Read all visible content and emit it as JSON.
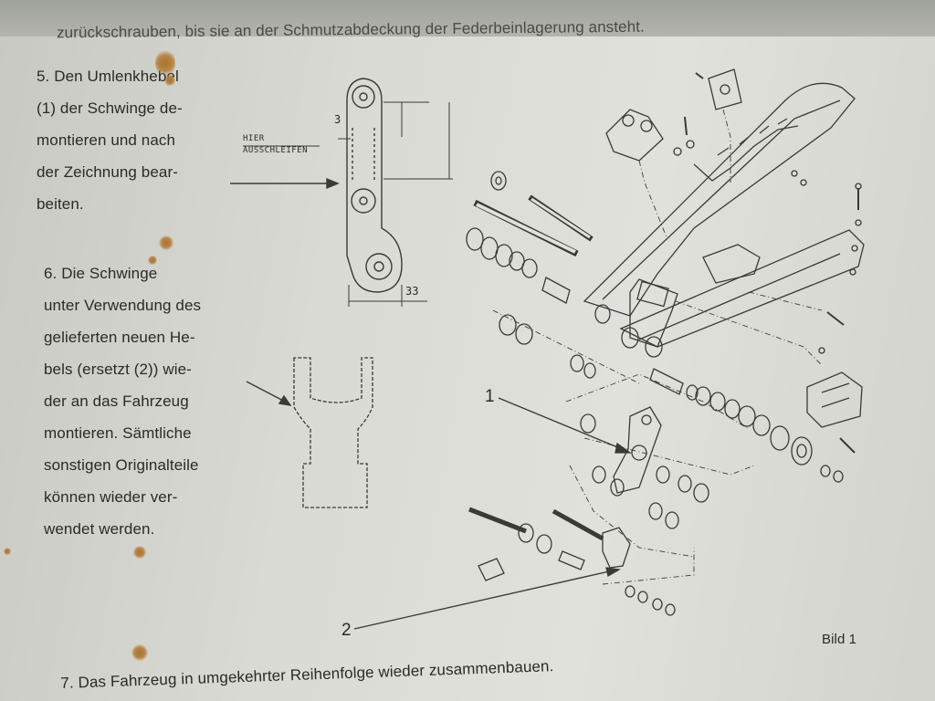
{
  "header_partial": "zurückschrauben, bis sie an der Schmutzabdeckung der Federbeinlagerung ansteht.",
  "step5": {
    "lines": [
      "5.  Den Umlenkhebel",
      "(1) der Schwinge de-",
      "montieren und nach",
      "der Zeichnung bear-",
      "beiten."
    ]
  },
  "step6": {
    "lines": [
      "6.   Die Schwinge",
      "unter Verwendung des",
      "gelieferten neuen He-",
      "bels (ersetzt (2)) wie-",
      "der an das Fahrzeug",
      "montieren. Sämtliche",
      "sonstigen Originalteile",
      "können wieder ver-",
      "wendet werden."
    ]
  },
  "step7": "7.  Das Fahrzeug in umgekehrter Reihenfolge wieder zusammenbauen.",
  "drawing": {
    "label_hier": "HIER",
    "label_ausschleifen": "AUSSCHLEIFEN",
    "dim_33": "33",
    "dim_3": "3",
    "callout_1": "1",
    "callout_2": "2",
    "caption": "Bild 1"
  }
}
